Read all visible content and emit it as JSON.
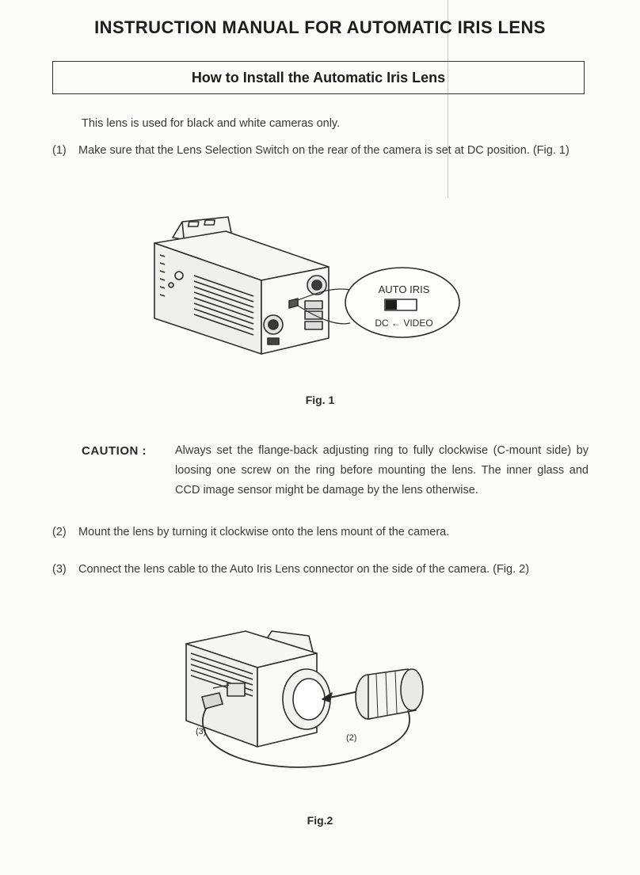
{
  "title": "INSTRUCTION MANUAL FOR AUTOMATIC IRIS LENS",
  "section_heading": "How to Install the Automatic Iris Lens",
  "intro": "This lens is used for black and white cameras only.",
  "steps": [
    {
      "num": "(1)",
      "text": "Make sure that the Lens Selection Switch on the rear of the camera is set at DC position. (Fig. 1)"
    },
    {
      "num": "(2)",
      "text": "Mount the lens by turning it clockwise onto the lens mount of the camera."
    },
    {
      "num": "(3)",
      "text": "Connect the lens cable to the Auto Iris Lens connector on the side of the camera. (Fig. 2)"
    }
  ],
  "caution": {
    "label": "CAUTION :",
    "text": "Always set the flange-back adjusting ring to fully clockwise (C-mount side) by loosing one screw on the ring before mounting the lens. The inner glass and CCD image sensor might be damage by the lens otherwise."
  },
  "figure1": {
    "caption": "Fig. 1",
    "callout_title": "AUTO IRIS",
    "callout_switch": "DC ← VIDEO"
  },
  "figure2": {
    "caption": "Fig.2",
    "label_cable": "(3)",
    "label_lens": "(2)"
  }
}
